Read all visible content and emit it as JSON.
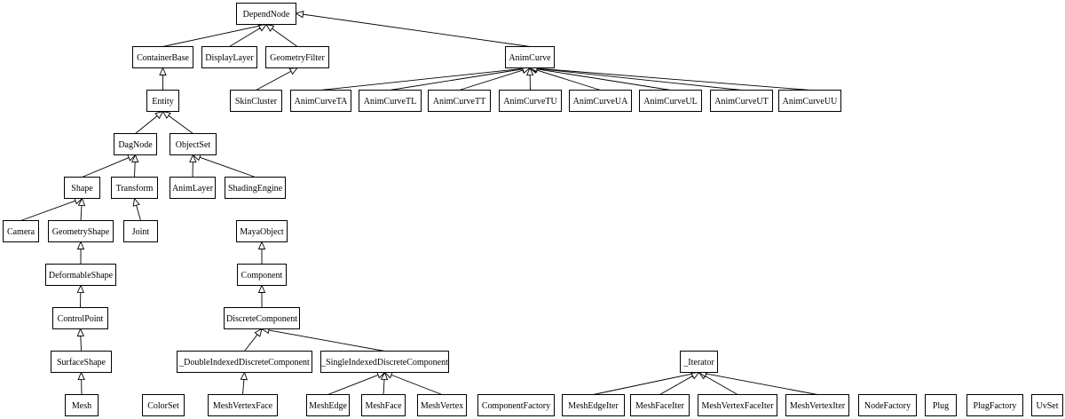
{
  "diagram": {
    "type": "class-inheritance-graph",
    "nodes": {
      "DependNode": "DependNode",
      "ContainerBase": "ContainerBase",
      "DisplayLayer": "DisplayLayer",
      "GeometryFilter": "GeometryFilter",
      "AnimCurve": "AnimCurve",
      "Entity": "Entity",
      "SkinCluster": "SkinCluster",
      "AnimCurveTA": "AnimCurveTA",
      "AnimCurveTL": "AnimCurveTL",
      "AnimCurveTT": "AnimCurveTT",
      "AnimCurveTU": "AnimCurveTU",
      "AnimCurveUA": "AnimCurveUA",
      "AnimCurveUL": "AnimCurveUL",
      "AnimCurveUT": "AnimCurveUT",
      "AnimCurveUU": "AnimCurveUU",
      "DagNode": "DagNode",
      "ObjectSet": "ObjectSet",
      "Shape": "Shape",
      "Transform": "Transform",
      "AnimLayer": "AnimLayer",
      "ShadingEngine": "ShadingEngine",
      "Camera": "Camera",
      "GeometryShape": "GeometryShape",
      "Joint": "Joint",
      "MayaObject": "MayaObject",
      "DeformableShape": "DeformableShape",
      "Component": "Component",
      "ControlPoint": "ControlPoint",
      "DiscreteComponent": "DiscreteComponent",
      "SurfaceShape": "SurfaceShape",
      "DoubleIndexedDiscreteComponent": "_DoubleIndexedDiscreteComponent",
      "SingleIndexedDiscreteComponent": "_SingleIndexedDiscreteComponent",
      "Iterator": "_Iterator",
      "Mesh": "Mesh",
      "ColorSet": "ColorSet",
      "MeshVertexFace": "MeshVertexFace",
      "MeshEdge": "MeshEdge",
      "MeshFace": "MeshFace",
      "MeshVertex": "MeshVertex",
      "ComponentFactory": "ComponentFactory",
      "MeshEdgeIter": "MeshEdgeIter",
      "MeshFaceIter": "MeshFaceIter",
      "MeshVertexFaceIter": "MeshVertexFaceIter",
      "MeshVertexIter": "MeshVertexIter",
      "NodeFactory": "NodeFactory",
      "Plug": "Plug",
      "PlugFactory": "PlugFactory",
      "UvSet": "UvSet"
    },
    "edges": [
      [
        "ContainerBase",
        "DependNode"
      ],
      [
        "DisplayLayer",
        "DependNode"
      ],
      [
        "GeometryFilter",
        "DependNode"
      ],
      [
        "AnimCurve",
        "DependNode"
      ],
      [
        "Entity",
        "ContainerBase"
      ],
      [
        "SkinCluster",
        "GeometryFilter"
      ],
      [
        "AnimCurveTA",
        "AnimCurve"
      ],
      [
        "AnimCurveTL",
        "AnimCurve"
      ],
      [
        "AnimCurveTT",
        "AnimCurve"
      ],
      [
        "AnimCurveTU",
        "AnimCurve"
      ],
      [
        "AnimCurveUA",
        "AnimCurve"
      ],
      [
        "AnimCurveUL",
        "AnimCurve"
      ],
      [
        "AnimCurveUT",
        "AnimCurve"
      ],
      [
        "AnimCurveUU",
        "AnimCurve"
      ],
      [
        "DagNode",
        "Entity"
      ],
      [
        "ObjectSet",
        "Entity"
      ],
      [
        "Shape",
        "DagNode"
      ],
      [
        "Transform",
        "DagNode"
      ],
      [
        "AnimLayer",
        "ObjectSet"
      ],
      [
        "ShadingEngine",
        "ObjectSet"
      ],
      [
        "Camera",
        "Shape"
      ],
      [
        "GeometryShape",
        "Shape"
      ],
      [
        "Joint",
        "Transform"
      ],
      [
        "DeformableShape",
        "GeometryShape"
      ],
      [
        "ControlPoint",
        "DeformableShape"
      ],
      [
        "SurfaceShape",
        "ControlPoint"
      ],
      [
        "Mesh",
        "SurfaceShape"
      ],
      [
        "Component",
        "MayaObject"
      ],
      [
        "DiscreteComponent",
        "Component"
      ],
      [
        "DoubleIndexedDiscreteComponent",
        "DiscreteComponent"
      ],
      [
        "SingleIndexedDiscreteComponent",
        "DiscreteComponent"
      ],
      [
        "MeshVertexFace",
        "DoubleIndexedDiscreteComponent"
      ],
      [
        "MeshEdge",
        "SingleIndexedDiscreteComponent"
      ],
      [
        "MeshFace",
        "SingleIndexedDiscreteComponent"
      ],
      [
        "MeshVertex",
        "SingleIndexedDiscreteComponent"
      ],
      [
        "MeshEdgeIter",
        "Iterator"
      ],
      [
        "MeshFaceIter",
        "Iterator"
      ],
      [
        "MeshVertexFaceIter",
        "Iterator"
      ],
      [
        "MeshVertexIter",
        "Iterator"
      ]
    ]
  }
}
